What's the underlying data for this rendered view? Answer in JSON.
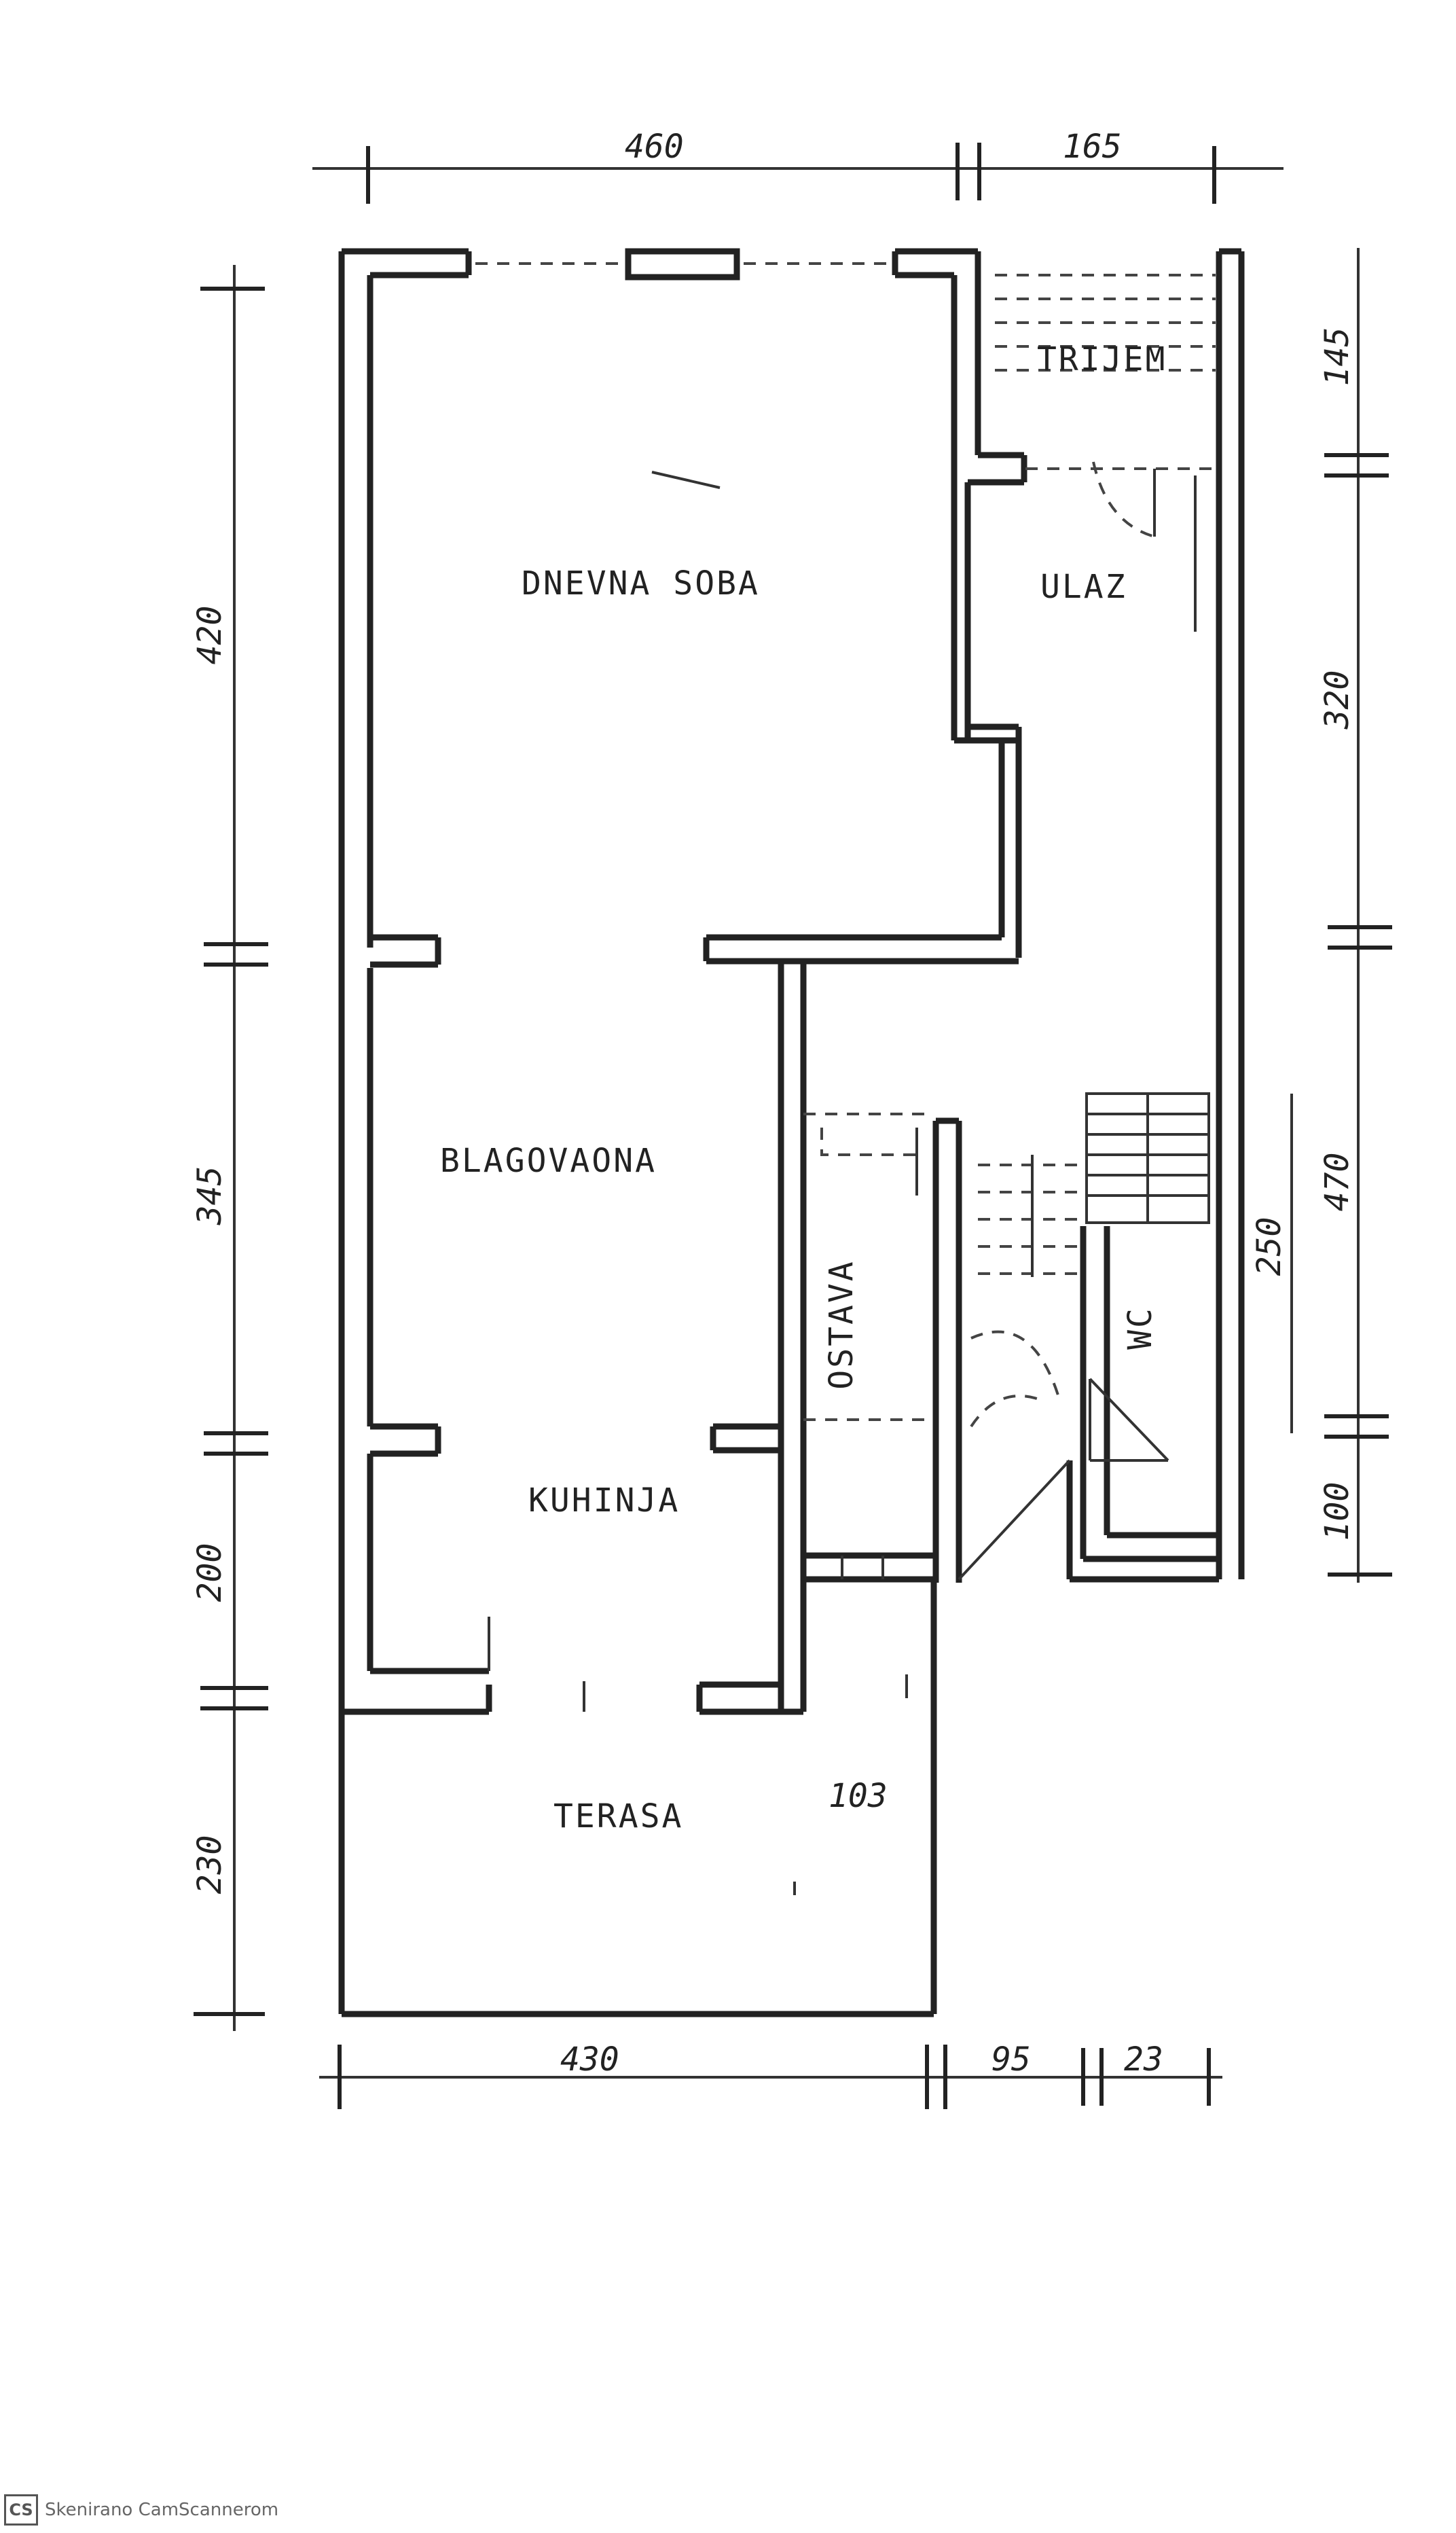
{
  "rooms": {
    "trijem": "TRIJEM",
    "dnevna_soba": "DNEVNA SOBA",
    "ulaz": "ULAZ",
    "blagovaona": "BLAGOVAONA",
    "ostava": "OSTAVA",
    "wc": "WC",
    "kuhinja": "KUHINJA",
    "terasa": "TERASA"
  },
  "dimensions": {
    "top_left": "460",
    "top_right": "165",
    "left_1": "420",
    "left_2": "345",
    "left_3": "200",
    "left_4": "230",
    "right_1": "145",
    "right_2": "320",
    "right_3": "470",
    "right_4": "100",
    "stair": "250",
    "terasa_side": "103",
    "bottom_1": "430",
    "bottom_2": "95",
    "bottom_3": "23"
  },
  "watermark": {
    "logo": "CS",
    "text": "Skenirano CamScannerom"
  }
}
